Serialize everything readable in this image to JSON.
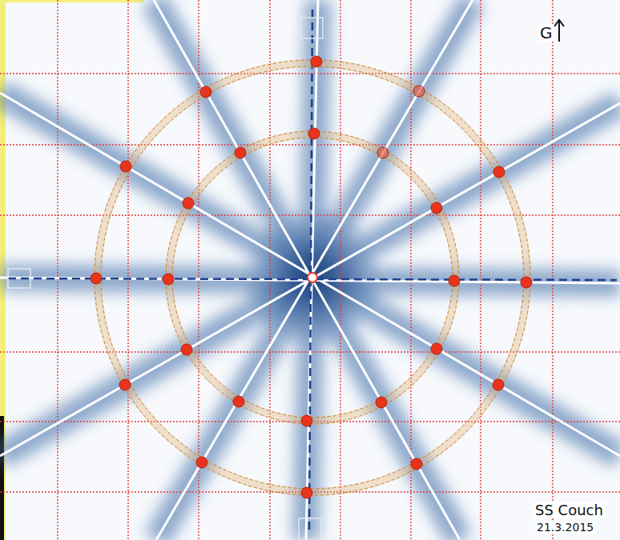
{
  "diagram": {
    "labels": [
      "G",
      "SS Couch",
      "21.3.2015"
    ]
  }
}
